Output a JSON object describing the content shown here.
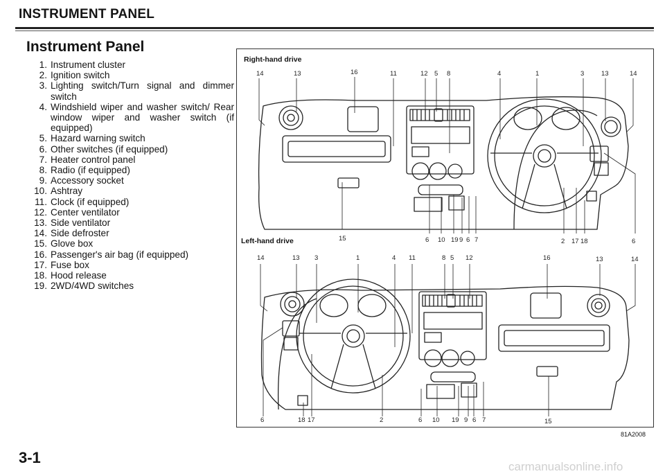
{
  "header": {
    "section": "INSTRUMENT PANEL"
  },
  "title": "Instrument Panel",
  "parts": [
    {
      "num": "1.",
      "label": "Instrument cluster"
    },
    {
      "num": "2.",
      "label": "Ignition switch"
    },
    {
      "num": "3.",
      "label": "Lighting switch/Turn signal and dimmer switch"
    },
    {
      "num": "4.",
      "label": "Windshield wiper and washer switch/ Rear window wiper and washer switch (if equipped)"
    },
    {
      "num": "5.",
      "label": "Hazard warning switch"
    },
    {
      "num": "6.",
      "label": "Other switches (if equipped)"
    },
    {
      "num": "7.",
      "label": "Heater control panel"
    },
    {
      "num": "8.",
      "label": "Radio (if equipped)"
    },
    {
      "num": "9.",
      "label": "Accessory socket"
    },
    {
      "num": "10.",
      "label": "Ashtray"
    },
    {
      "num": "11.",
      "label": "Clock (if equipped)"
    },
    {
      "num": "12.",
      "label": "Center ventilator"
    },
    {
      "num": "13.",
      "label": "Side ventilator"
    },
    {
      "num": "14.",
      "label": "Side defroster"
    },
    {
      "num": "15.",
      "label": "Glove box"
    },
    {
      "num": "16.",
      "label": "Passenger's air bag (if equipped)"
    },
    {
      "num": "17.",
      "label": "Fuse box"
    },
    {
      "num": "18.",
      "label": "Hood release"
    },
    {
      "num": "19.",
      "label": "2WD/4WD switches"
    }
  ],
  "figure": {
    "rhd_caption": "Right-hand drive",
    "lhd_caption": "Left-hand drive",
    "rhd_top": [
      "14",
      "13",
      "16",
      "11",
      "12",
      "5",
      "8",
      "4",
      "1",
      "3",
      "13",
      "14"
    ],
    "rhd_bottom": [
      "15",
      "6",
      "10",
      "19",
      "9",
      "6",
      "7",
      "2",
      "17",
      "18",
      "6"
    ],
    "lhd_top": [
      "14",
      "13",
      "3",
      "1",
      "4",
      "11",
      "8",
      "5",
      "12",
      "16",
      "13",
      "14"
    ],
    "lhd_bottom": [
      "6",
      "18",
      "17",
      "2",
      "6",
      "10",
      "19",
      "9",
      "6",
      "7",
      "15"
    ],
    "figure_id": "81A2008"
  },
  "page_number": "3-1",
  "watermark": "carmanualsonline.info"
}
